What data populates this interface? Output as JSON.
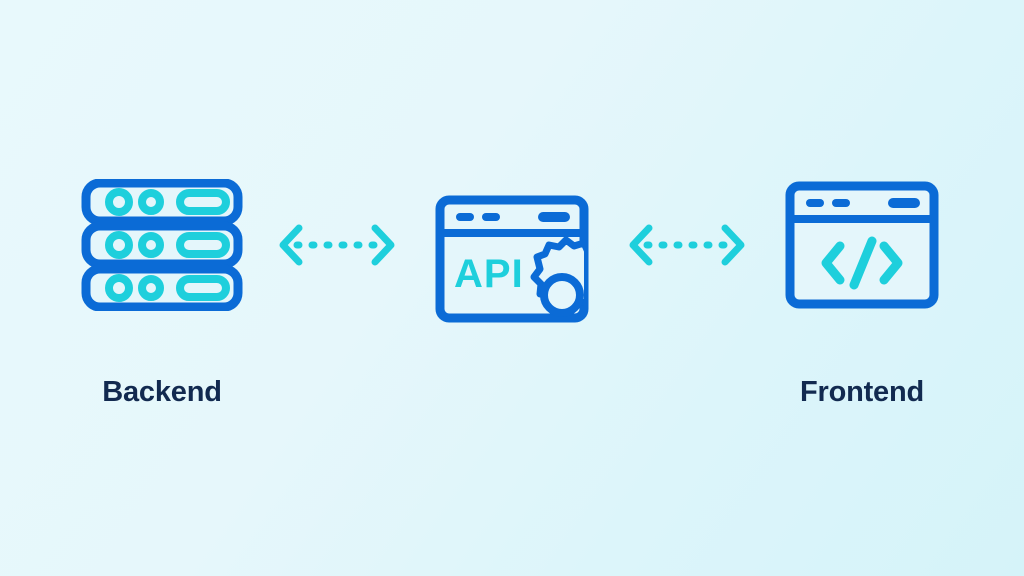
{
  "diagram": {
    "type": "architecture-flow",
    "title_present": false,
    "background": {
      "gradient_from": "#e8f9fc",
      "gradient_to": "#d5f3f9"
    },
    "colors": {
      "primary_blue": "#0b6bd6",
      "accent_cyan": "#1ecfdc",
      "label_navy": "#122a50",
      "icon_fill": "#e4f6fb"
    },
    "nodes": [
      {
        "id": "backend",
        "label": "Backend",
        "icon": "server-stack-icon",
        "icon_description": "three stacked server units each with two circles and one pill indicator"
      },
      {
        "id": "api",
        "label": "",
        "icon": "api-browser-gear-icon",
        "icon_text": "API",
        "icon_description": "browser window with API text and gear cog"
      },
      {
        "id": "frontend",
        "label": "Frontend",
        "icon": "code-browser-icon",
        "icon_text": "</>",
        "icon_description": "browser window with code brackets"
      }
    ],
    "connectors": [
      {
        "id": "backend-api",
        "from": "backend",
        "to": "api",
        "style": "dashed",
        "direction": "bidirectional",
        "color": "#1ecfdc"
      },
      {
        "id": "api-frontend",
        "from": "api",
        "to": "frontend",
        "style": "dashed",
        "direction": "bidirectional",
        "color": "#1ecfdc"
      }
    ]
  }
}
